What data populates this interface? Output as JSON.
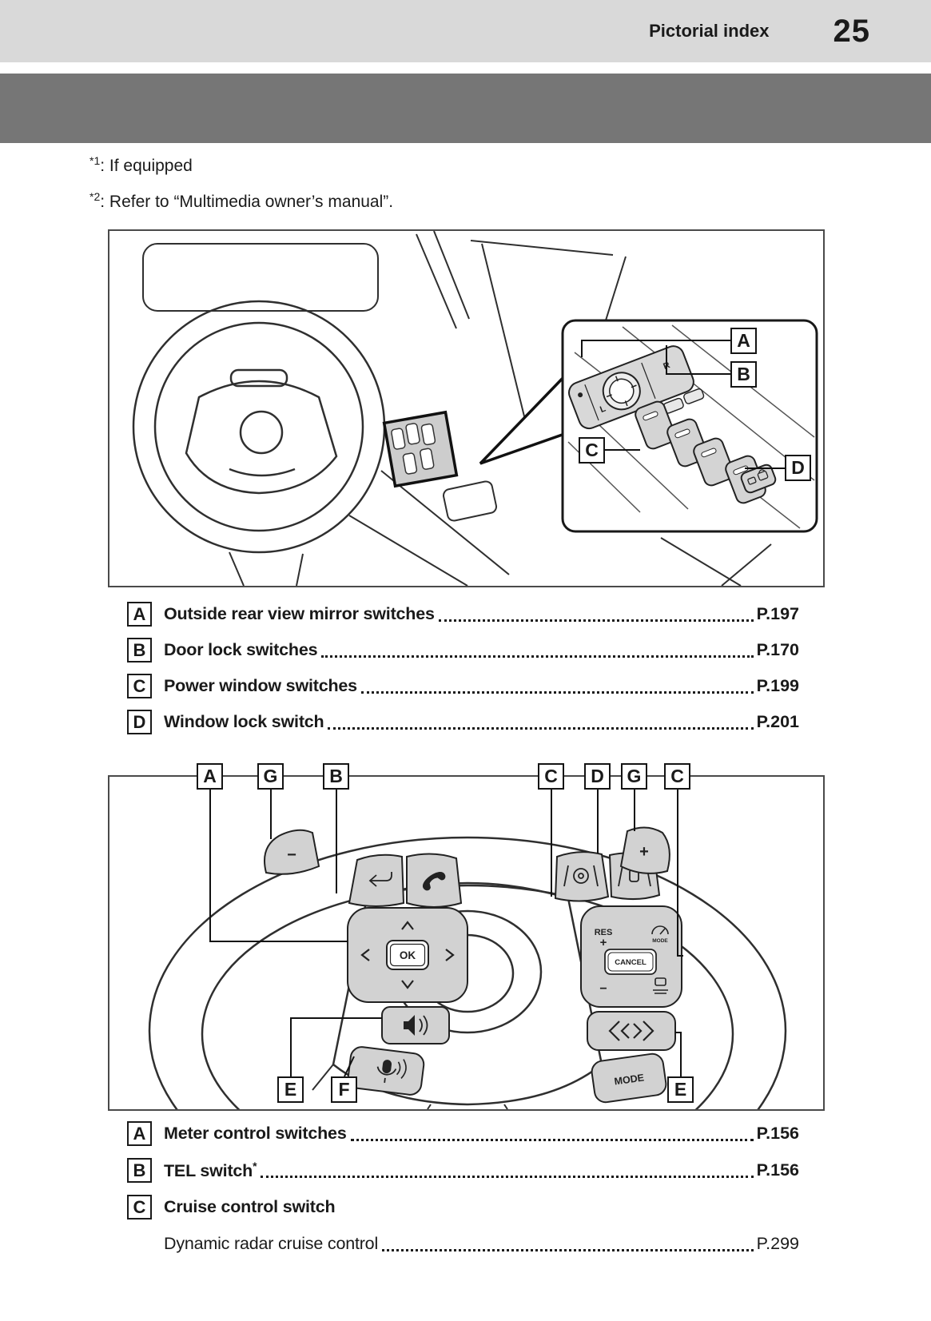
{
  "header": {
    "title": "Pictorial index",
    "page_number": "25"
  },
  "footnotes": [
    {
      "marker": "*1",
      "text": ": If equipped"
    },
    {
      "marker": "*2",
      "text": ": Refer to “Multimedia owner’s manual”."
    }
  ],
  "figure1": {
    "callouts": [
      "A",
      "B",
      "C",
      "D"
    ],
    "labels": {
      "mirror_left": "L",
      "mirror_right": "R"
    }
  },
  "list1": {
    "items": [
      {
        "label": "A",
        "title": "Outside rear view mirror switches",
        "page": "P.197"
      },
      {
        "label": "B",
        "title": "Door lock switches",
        "page": "P.170"
      },
      {
        "label": "C",
        "title": "Power window switches",
        "page": "P.199"
      },
      {
        "label": "D",
        "title": "Window lock switch",
        "page": "P.201"
      }
    ]
  },
  "figure2": {
    "callouts_top": [
      "A",
      "G",
      "B",
      "C",
      "D",
      "G",
      "C"
    ],
    "callouts_bottom": [
      "E",
      "F",
      "E"
    ],
    "labels": {
      "ok": "OK",
      "cancel": "CANCEL",
      "res": "RES",
      "res_plus": "+",
      "set_minus": "−",
      "meter_mode": "MODE",
      "mode": "MODE",
      "paddle_plus": "+",
      "paddle_minus": "−"
    }
  },
  "list2": {
    "items": [
      {
        "label": "A",
        "title": "Meter control switches",
        "page": "P.156"
      },
      {
        "label": "B",
        "title": "TEL switch",
        "sup": "*",
        "page": "P.156"
      },
      {
        "label": "C",
        "title": "Cruise control switch"
      },
      {
        "title": "Dynamic radar cruise control",
        "page": "P.299"
      }
    ]
  },
  "colors": {
    "header_strip": "#d9d9d9",
    "section_band": "#767676",
    "text": "#1a1a1a",
    "switch_fill": "#d2d2d2",
    "highlight_box_fill": "#cdcdcd"
  }
}
